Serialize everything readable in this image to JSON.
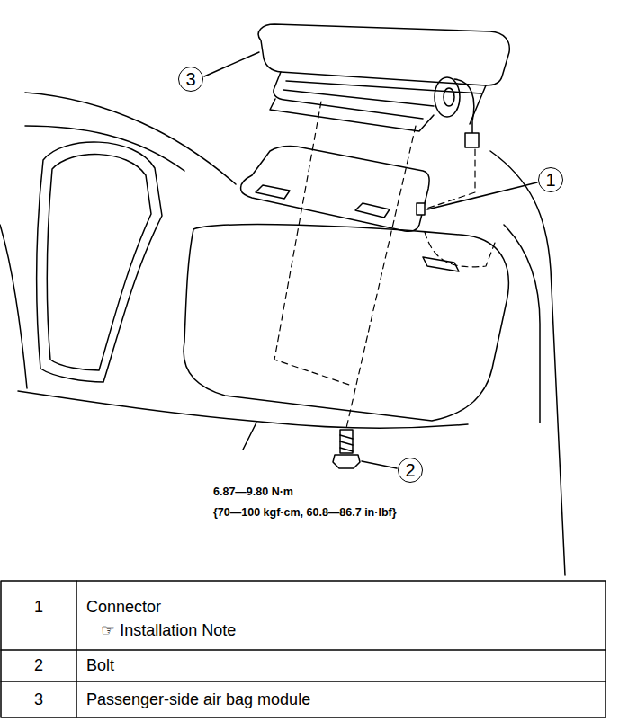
{
  "diagram": {
    "labels": [
      "3",
      "1",
      "2",
      "6.87—9.80 N·m",
      "{70—100 kgf·cm, 60.8—86.7 in·lbf}",
      "1",
      "Connector",
      "☞ Installation Note",
      "2",
      "Bolt",
      "3",
      "Passenger-side air bag module"
    ]
  }
}
